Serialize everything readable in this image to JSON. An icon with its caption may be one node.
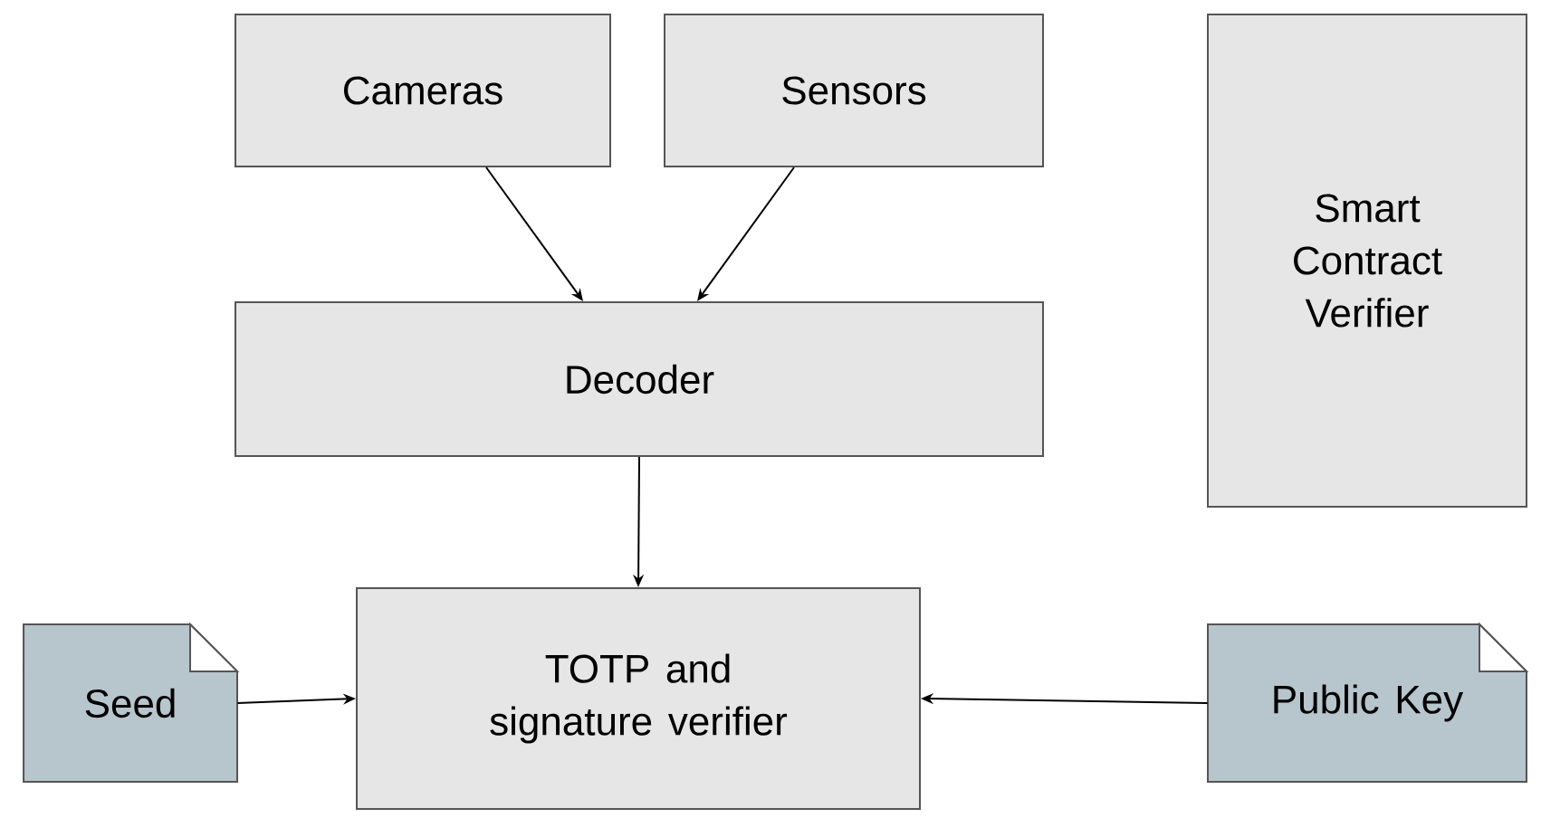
{
  "diagram": {
    "nodes": [
      {
        "text": [
          "Cameras"
        ]
      },
      {
        "text": [
          "Sensors"
        ]
      },
      {
        "text": [
          "Smart Contract Verifier"
        ]
      },
      {
        "text": [
          "Decoder"
        ]
      },
      {
        "text": [
          "Seed"
        ]
      },
      {
        "text": [
          "TOTP and signature verifier"
        ]
      },
      {
        "text": [
          "Public Key"
        ]
      }
    ],
    "edges": [
      {
        "from": 0,
        "to": 3,
        "arrow": "to"
      },
      {
        "from": 1,
        "to": 3,
        "arrow": "to"
      },
      {
        "from": 3,
        "to": 5,
        "arrow": "to"
      },
      {
        "from": 4,
        "to": 5,
        "arrow": "to"
      },
      {
        "from": 6,
        "to": 5,
        "arrow": "to"
      }
    ]
  }
}
